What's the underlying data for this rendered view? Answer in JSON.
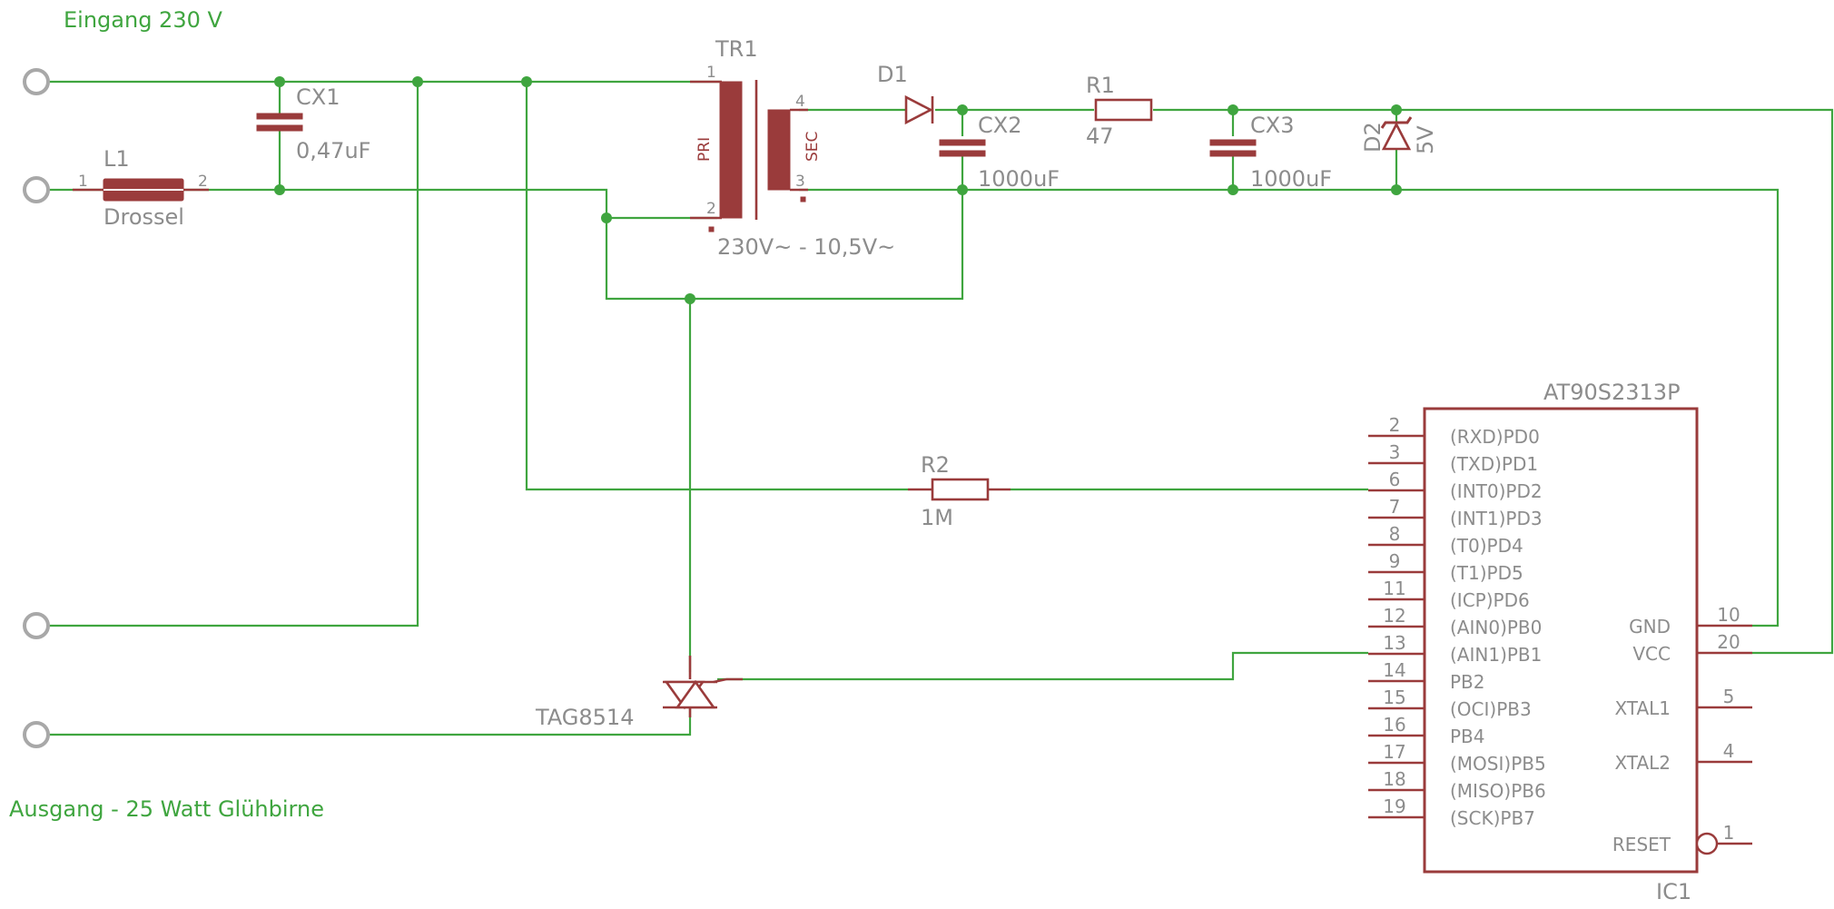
{
  "notes": {
    "input": "Eingang 230 V",
    "output": "Ausgang - 25 Watt Glühbirne"
  },
  "components": {
    "cx1": {
      "name": "CX1",
      "value": "0,47uF"
    },
    "l1": {
      "name": "L1",
      "value": "Drossel",
      "pin1": "1",
      "pin2": "2"
    },
    "tr1": {
      "name": "TR1",
      "value": "230V~ -  10,5V~",
      "pri": "PRI",
      "sec": "SEC",
      "p1": "1",
      "p2": "2",
      "p3": "3",
      "p4": "4"
    },
    "d1": {
      "name": "D1"
    },
    "cx2": {
      "name": "CX2",
      "value": "1000uF"
    },
    "r1": {
      "name": "R1",
      "value": "47"
    },
    "cx3": {
      "name": "CX3",
      "value": "1000uF"
    },
    "d2": {
      "name": "D2",
      "value": "5V"
    },
    "r2": {
      "name": "R2",
      "value": "1M"
    },
    "triac": {
      "name": "TAG8514"
    },
    "ic1": {
      "name": "IC1",
      "value": "AT90S2313P"
    }
  },
  "ic_left_pins": [
    {
      "num": "2",
      "label": "(RXD)PD0"
    },
    {
      "num": "3",
      "label": "(TXD)PD1"
    },
    {
      "num": "6",
      "label": "(INT0)PD2"
    },
    {
      "num": "7",
      "label": "(INT1)PD3"
    },
    {
      "num": "8",
      "label": "(T0)PD4"
    },
    {
      "num": "9",
      "label": "(T1)PD5"
    },
    {
      "num": "11",
      "label": "(ICP)PD6"
    },
    {
      "num": "12",
      "label": "(AIN0)PB0"
    },
    {
      "num": "13",
      "label": "(AIN1)PB1"
    },
    {
      "num": "14",
      "label": "PB2"
    },
    {
      "num": "15",
      "label": "(OCI)PB3"
    },
    {
      "num": "16",
      "label": "PB4"
    },
    {
      "num": "17",
      "label": "(MOSI)PB5"
    },
    {
      "num": "18",
      "label": "(MISO)PB6"
    },
    {
      "num": "19",
      "label": "(SCK)PB7"
    }
  ],
  "ic_right_pins": [
    {
      "num": "10",
      "label": "GND"
    },
    {
      "num": "20",
      "label": "VCC"
    },
    {
      "num": "5",
      "label": "XTAL1"
    },
    {
      "num": "4",
      "label": "XTAL2"
    },
    {
      "num": "1",
      "label": "RESET"
    }
  ],
  "colors": {
    "wire": "#3fa53f",
    "part": "#9a3b3b",
    "label": "#8c8c8c",
    "terminal": "#a8a8a8"
  }
}
